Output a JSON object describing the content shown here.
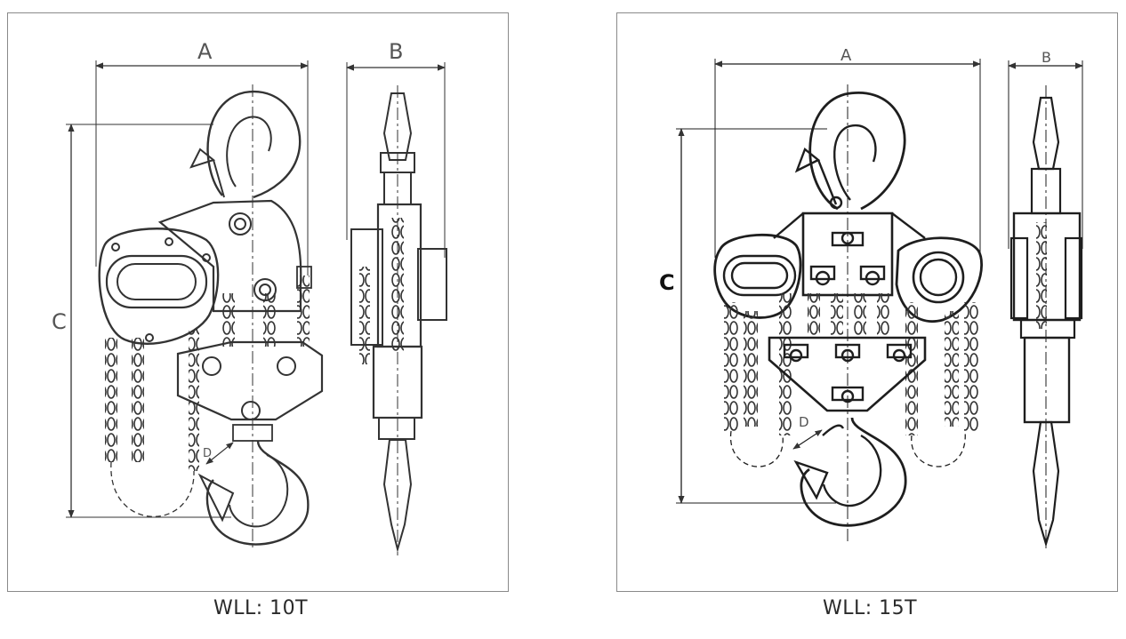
{
  "panels": [
    {
      "labels": {
        "a": "A",
        "b": "B",
        "c": "C",
        "d": "D"
      },
      "caption": "WLL: 10T"
    },
    {
      "labels": {
        "a": "A",
        "b": "B",
        "c": "C",
        "d": "D"
      },
      "caption": "WLL: 15T"
    }
  ],
  "colors": {
    "line": "#333333",
    "frame": "#8a8a8a",
    "label": "#555555"
  }
}
